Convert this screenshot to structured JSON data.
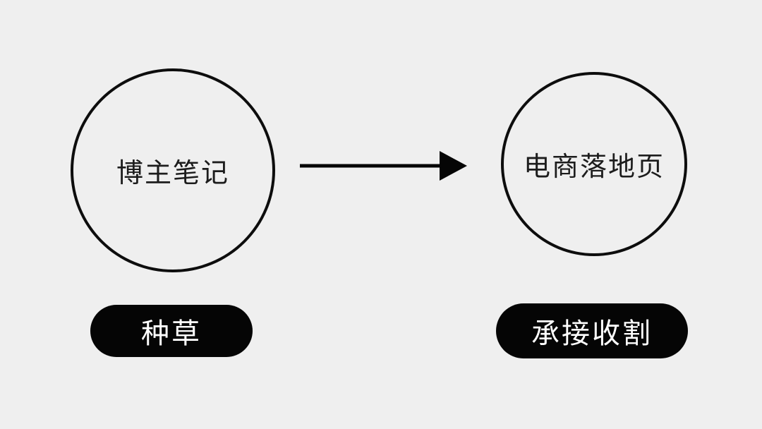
{
  "diagram": {
    "background_color": "#efefef",
    "stroke_color": "#0d0d0d",
    "left_node": {
      "label": "博主笔记"
    },
    "right_node": {
      "label": "电商落地页"
    },
    "arrow": {
      "direction": "right",
      "color": "#050505"
    },
    "left_tag": {
      "label": "种草",
      "bg_color": "#050505",
      "text_color": "#ffffff"
    },
    "right_tag": {
      "label": "承接收割",
      "bg_color": "#050505",
      "text_color": "#ffffff"
    }
  }
}
